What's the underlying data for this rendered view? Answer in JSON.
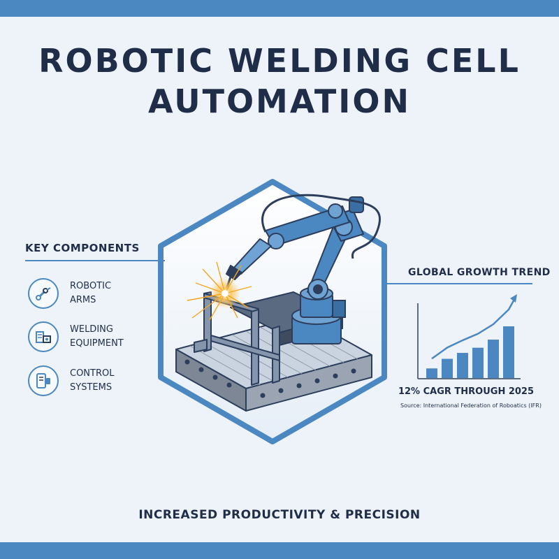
{
  "title": {
    "line1": "ROBOTIC WELDING CELL",
    "line2": "AUTOMATION"
  },
  "key_components": {
    "heading": "KEY COMPONENTS",
    "items": [
      {
        "line1": "ROBOTIC",
        "line2": "ARMS",
        "icon": "robotic-arm-icon"
      },
      {
        "line1": "WELDING",
        "line2": "EQUIPMENT",
        "icon": "welding-equipment-icon"
      },
      {
        "line1": "CONTROL",
        "line2": "SYSTEMS",
        "icon": "control-panel-icon"
      }
    ]
  },
  "growth": {
    "heading": "GLOBAL GROWTH TREND",
    "cagr": "12% CAGR THROUGH 2025",
    "source": "Source: International Federation of Roboatics (IFR)"
  },
  "chart_data": {
    "type": "bar",
    "title": "",
    "xlabel": "",
    "ylabel": "",
    "values": [
      1.3,
      2.6,
      3.4,
      4.1,
      5.2,
      7.0
    ],
    "trend_arrow": "upward",
    "color": "#4b87c0",
    "grid": false,
    "axes_ticks": false
  },
  "footer": {
    "tagline": "INCREASED PRODUCTIVITY & PRECISION"
  },
  "colors": {
    "band": "#4b87c0",
    "accent": "#4b87c0",
    "text": "#1f2d48",
    "background": "#eef3f9",
    "spark": "#f5a623"
  }
}
